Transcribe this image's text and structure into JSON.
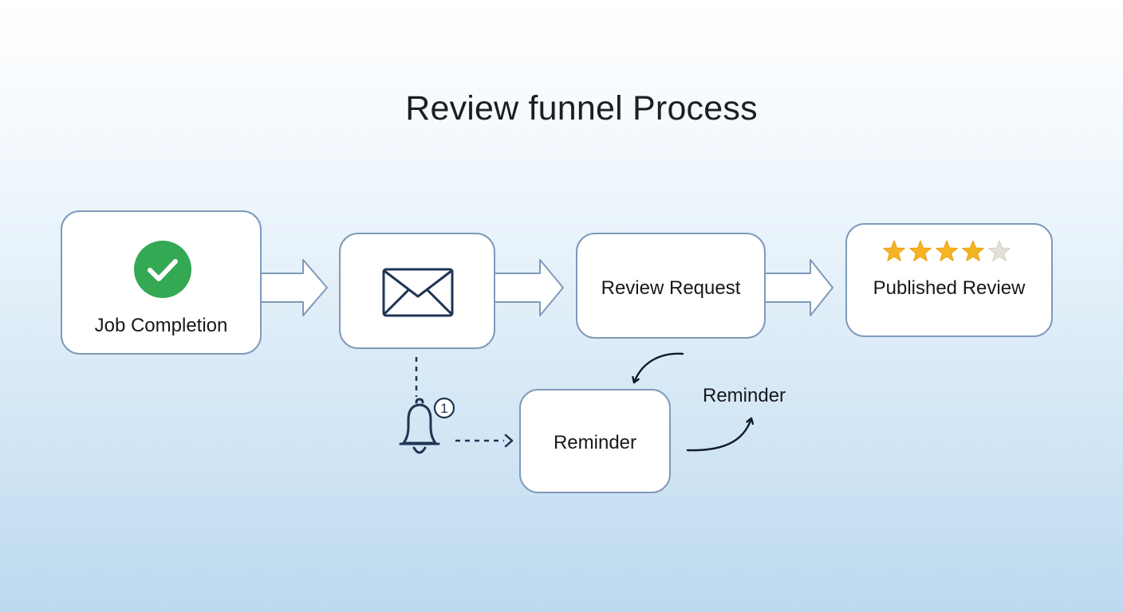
{
  "diagram": {
    "title": "Review funnel Process",
    "nodes": {
      "job_completion": {
        "label": "Job Completion",
        "icon": "check-circle-icon"
      },
      "email": {
        "label": "",
        "icon": "envelope-icon"
      },
      "review_request": {
        "label": "Review Request"
      },
      "published_review": {
        "label": "Published Review",
        "rating": 4,
        "rating_max": 5,
        "icon": "star-icon"
      },
      "reminder": {
        "label": "Reminder"
      }
    },
    "bell": {
      "icon": "bell-icon",
      "badge": "1"
    },
    "reminder_loop_label": "Reminder",
    "colors": {
      "check": "#34a853",
      "star_filled": "#f6b422",
      "star_empty": "#e3e0d6",
      "border": "#7f9ab9",
      "icon_stroke": "#1f3554"
    }
  }
}
